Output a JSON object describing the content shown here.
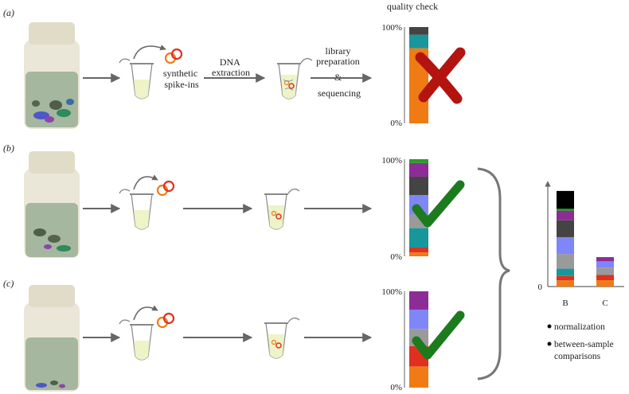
{
  "panels": [
    {
      "label": "(a)",
      "spike_label": [
        "synthetic",
        "spike-ins"
      ],
      "step1_label": [
        "DNA",
        "extraction"
      ],
      "step2_label": [
        "library",
        "preparation",
        "&",
        "sequencing"
      ],
      "chart_title": "quality check",
      "y_top": "100%",
      "y_bottom": "0%",
      "result": "fail",
      "segments": [
        {
          "value": 78,
          "color": "#f07b14"
        },
        {
          "value": 14,
          "color": "#17979c"
        },
        {
          "value": 8,
          "color": "#444444"
        }
      ]
    },
    {
      "label": "(b)",
      "y_top": "100%",
      "y_bottom": "0%",
      "result": "pass",
      "segments": [
        {
          "value": 4,
          "color": "#f07b14"
        },
        {
          "value": 5,
          "color": "#e03020"
        },
        {
          "value": 20,
          "color": "#17979c"
        },
        {
          "value": 14,
          "color": "#9a9a9a"
        },
        {
          "value": 20,
          "color": "#7f86f8"
        },
        {
          "value": 19,
          "color": "#444444"
        },
        {
          "value": 14,
          "color": "#8e2c95"
        },
        {
          "value": 4,
          "color": "#2d9a2d"
        }
      ]
    },
    {
      "label": "(c)",
      "y_top": "100%",
      "y_bottom": "0%",
      "result": "pass",
      "segments": [
        {
          "value": 22,
          "color": "#f07b14"
        },
        {
          "value": 21,
          "color": "#e03020"
        },
        {
          "value": 18,
          "color": "#9a9a9a"
        },
        {
          "value": 20,
          "color": "#7f86f8"
        },
        {
          "value": 19,
          "color": "#8e2c95"
        }
      ]
    }
  ],
  "chart_data": {
    "type": "bar",
    "stacked": true,
    "categories": [
      "B",
      "C"
    ],
    "y_axis_label": "0",
    "series": [
      {
        "color": "#f07b14",
        "values": [
          6,
          6
        ]
      },
      {
        "color": "#e03020",
        "values": [
          4,
          5
        ]
      },
      {
        "color": "#17979c",
        "values": [
          7,
          0
        ]
      },
      {
        "color": "#9a9a9a",
        "values": [
          14,
          7
        ]
      },
      {
        "color": "#7f86f8",
        "values": [
          16,
          6
        ]
      },
      {
        "color": "#444444",
        "values": [
          16,
          0
        ]
      },
      {
        "color": "#8e2c95",
        "values": [
          9,
          4
        ]
      },
      {
        "color": "#2d9a2d",
        "values": [
          2,
          0
        ]
      },
      {
        "color": "#000000",
        "values": [
          17,
          0
        ]
      }
    ],
    "ylim": [
      0,
      100
    ]
  },
  "legend": {
    "items": [
      {
        "text": [
          "normalization"
        ]
      },
      {
        "text": [
          "between-sample",
          "comparisons"
        ]
      }
    ]
  }
}
